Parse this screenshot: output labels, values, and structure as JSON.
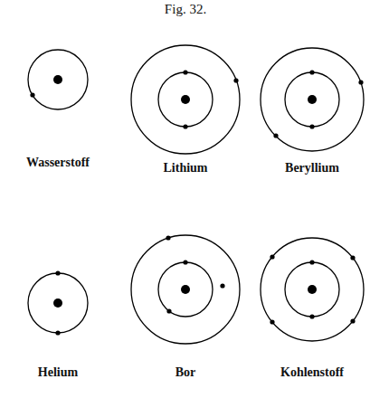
{
  "diagram": {
    "title": "Fig. 32.",
    "labels": [
      "Wasserstoff",
      "Lithium",
      "Beryllium",
      "Helium",
      "Bor",
      "Kohlenstoff"
    ]
  }
}
